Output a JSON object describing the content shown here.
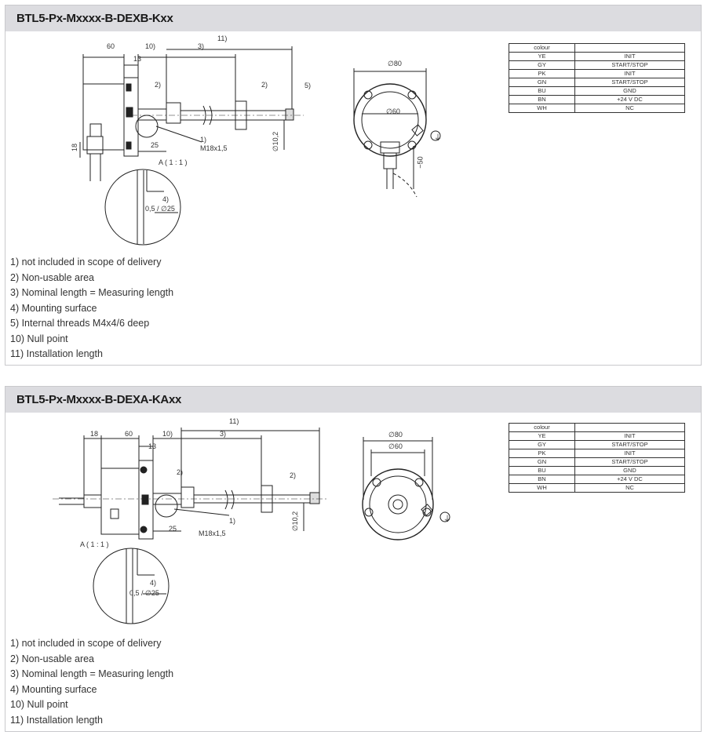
{
  "sections": [
    {
      "title": "BTL5-Px-Mxxxx-B-DEXB-Kxx",
      "notes": [
        "1) not included in scope of delivery",
        "2) Non-usable area",
        "3) Nominal length = Measuring length",
        "4) Mounting surface",
        "5) Internal threads M4x4/6 deep",
        "10) Null point",
        "11) Installation length"
      ],
      "table": {
        "header": "colour",
        "rows": [
          {
            "colour": "YE",
            "signal": "INIT"
          },
          {
            "colour": "GY",
            "signal": "START/STOP"
          },
          {
            "colour": "PK",
            "signal": "INIT"
          },
          {
            "colour": "GN",
            "signal": "START/STOP"
          },
          {
            "colour": "BU",
            "signal": "GND"
          },
          {
            "colour": "BN",
            "signal": "+24 V DC"
          },
          {
            "colour": "WH",
            "signal": "NC"
          }
        ]
      },
      "dims": {
        "d60": "60",
        "d13": "13",
        "d10": "10)",
        "d11": "11)",
        "d3": "3)",
        "n2a": "2)",
        "n2b": "2)",
        "n5": "5)",
        "n1": "1)",
        "thread": "M18x1,5",
        "d25": "25",
        "d18": "18",
        "dia10": "∅10,2",
        "detail": "A  ( 1 : 1 )",
        "n4": "4)",
        "detail_dim": "0,5 / ∅25",
        "dia80": "∅80",
        "dia60": "∅60",
        "d50": "~50",
        "ground": "⏚"
      }
    },
    {
      "title": "BTL5-Px-Mxxxx-B-DEXA-KAxx",
      "notes": [
        "1) not included in scope of delivery",
        "2) Non-usable area",
        "3) Nominal length = Measuring length",
        "4) Mounting surface",
        "10) Null point",
        "11) Installation length"
      ],
      "table": {
        "header": "colour",
        "rows": [
          {
            "colour": "YE",
            "signal": "INIT"
          },
          {
            "colour": "GY",
            "signal": "START/STOP"
          },
          {
            "colour": "PK",
            "signal": "INIT"
          },
          {
            "colour": "GN",
            "signal": "START/STOP"
          },
          {
            "colour": "BU",
            "signal": "GND"
          },
          {
            "colour": "BN",
            "signal": "+24 V DC"
          },
          {
            "colour": "WH",
            "signal": "NC"
          }
        ]
      },
      "dims": {
        "d18": "18",
        "d60": "60",
        "d13": "13",
        "d10": "10)",
        "d11": "11)",
        "d3": "3)",
        "n2a": "2)",
        "n2b": "2)",
        "n1": "1)",
        "thread": "M18x1,5",
        "d25": "25",
        "dia10": "∅10,2",
        "detail": "A  ( 1 : 1 )",
        "n4": "4)",
        "detail_dim": "0,5 / ∅25",
        "dia80": "∅80",
        "dia60": "∅60",
        "ground": "⏚"
      }
    }
  ]
}
